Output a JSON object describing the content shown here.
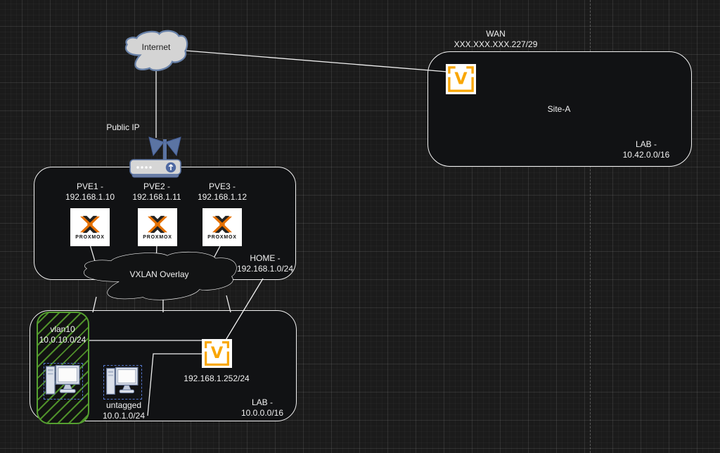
{
  "internet": {
    "label": "Internet"
  },
  "public_ip": {
    "label": "Public IP"
  },
  "wan": {
    "line1": "WAN",
    "line2": "XXX.XXX.XXX.227/29"
  },
  "site_a": {
    "title": "Site-A",
    "router_glyph": "V",
    "network": {
      "line1": "LAB -",
      "line2": "10.42.0.0/16"
    }
  },
  "home": {
    "nodes": [
      {
        "name": "PVE1 -",
        "ip": "192.168.1.10",
        "brand": "PROXMOX"
      },
      {
        "name": "PVE2 -",
        "ip": "192.168.1.11",
        "brand": "PROXMOX"
      },
      {
        "name": "PVE3 -",
        "ip": "192.168.1.12",
        "brand": "PROXMOX"
      }
    ],
    "overlay_label": "VXLAN Overlay",
    "network": {
      "line1": "HOME -",
      "line2": "192.168.1.0/24"
    }
  },
  "lab": {
    "vlan10": {
      "line1": "vlan10",
      "line2": "10.0.10.0/24"
    },
    "untagged": {
      "line1": "untagged",
      "line2": "10.0.1.0/24"
    },
    "router_ip": "192.168.1.252/24",
    "router_glyph": "V",
    "network": {
      "line1": "LAB -",
      "line2": "10.0.0.0/16"
    }
  },
  "icons": {
    "internet": "cloud-icon",
    "public_router": "wireless-router-icon",
    "pve_node": "proxmox-logo-icon",
    "vyos_router": "vyos-router-icon",
    "workstation": "desktop-computer-icon",
    "overlay": "cloud-outline-icon"
  },
  "colors": {
    "background": "#1b1b1b",
    "box_border": "#f2f2f2",
    "proxmox_orange": "#e57000",
    "vyos_orange": "#f9a602",
    "vlan_green": "#55a030",
    "cloud_fill": "#d4d4d4",
    "cloud_stroke": "#6881a8",
    "edge": "#f0f0f0"
  }
}
